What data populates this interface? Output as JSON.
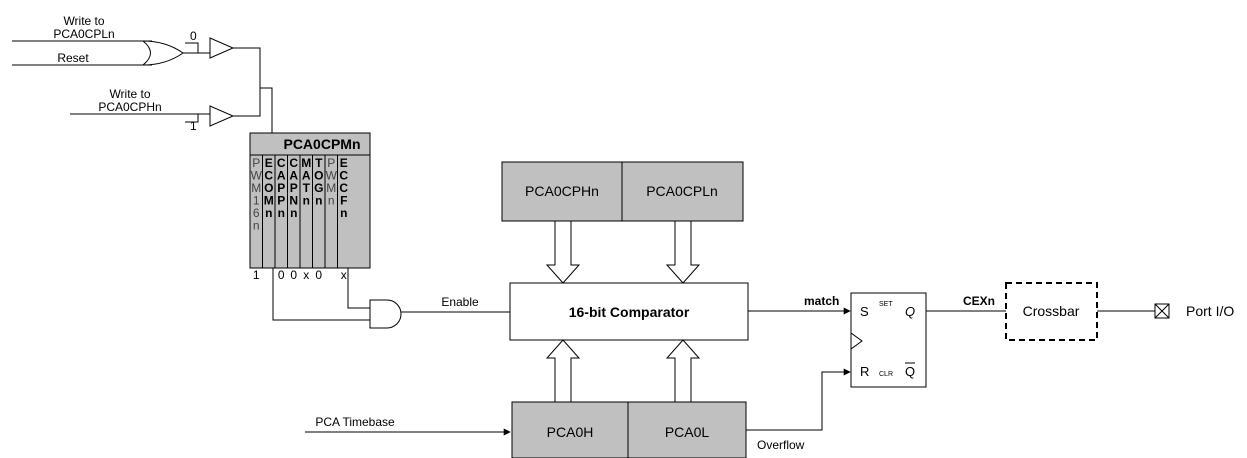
{
  "inputs": {
    "write_pca0cpln": [
      "Write to",
      "PCA0CPLn"
    ],
    "reset": "Reset",
    "write_pca0cphn": [
      "Write to",
      "PCA0CPHn"
    ],
    "const_zero": "0",
    "const_one": "1"
  },
  "register": {
    "title": "PCA0CPMn",
    "bits": [
      {
        "chars": [
          "P",
          "W",
          "M",
          "1",
          "6",
          "n"
        ],
        "bold": false,
        "value": "1"
      },
      {
        "chars": [
          "E",
          "C",
          "O",
          "M",
          "n"
        ],
        "bold": true,
        "value": ""
      },
      {
        "chars": [
          "C",
          "A",
          "P",
          "P",
          "n"
        ],
        "bold": true,
        "value": "0"
      },
      {
        "chars": [
          "C",
          "A",
          "P",
          "N",
          "n"
        ],
        "bold": true,
        "value": "0"
      },
      {
        "chars": [
          "M",
          "A",
          "T",
          "n"
        ],
        "bold": true,
        "value": "x"
      },
      {
        "chars": [
          "T",
          "O",
          "G",
          "n"
        ],
        "bold": true,
        "value": "0"
      },
      {
        "chars": [
          "P",
          "W",
          "M",
          "n"
        ],
        "bold": false,
        "value": ""
      },
      {
        "chars": [
          "E",
          "C",
          "C",
          "F",
          "n"
        ],
        "bold": true,
        "value": "x"
      }
    ]
  },
  "capture_regs": {
    "high": "PCA0CPHn",
    "low": "PCA0CPLn"
  },
  "comparator": "16-bit Comparator",
  "counter_regs": {
    "high": "PCA0H",
    "low": "PCA0L"
  },
  "signals": {
    "enable": "Enable",
    "match": "match",
    "timebase": "PCA Timebase",
    "overflow": "Overflow",
    "cexn": "CEXn"
  },
  "flipflop": {
    "s": "S",
    "r": "R",
    "q": "Q",
    "qbar": "Q",
    "set": "SET",
    "clr": "CLR"
  },
  "crossbar": "Crossbar",
  "port_io": "Port I/O",
  "colors": {
    "register_fill": "#c0c0c0",
    "line": "#000000"
  }
}
